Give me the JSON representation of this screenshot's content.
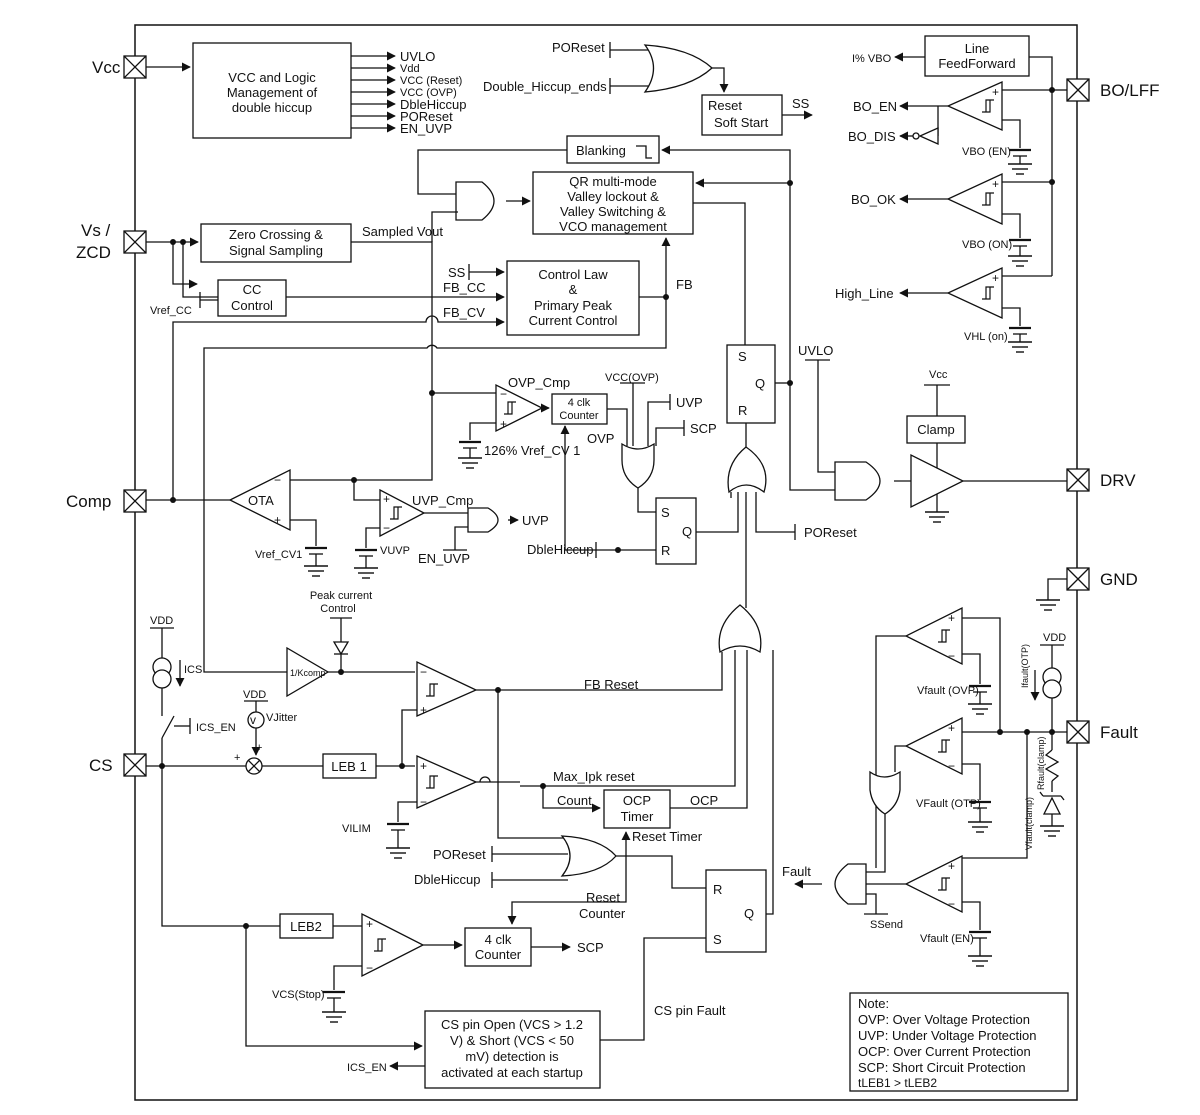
{
  "pins": {
    "vcc": "Vcc",
    "vs_zcd_1": "Vs /",
    "vs_zcd_2": "ZCD",
    "comp": "Comp",
    "cs": "CS",
    "bo_lff": "BO/LFF",
    "drv": "DRV",
    "gnd": "GND",
    "fault": "Fault"
  },
  "vcc_block": {
    "line1": "VCC and Logic",
    "line2": "Management of",
    "line3": "double hiccup",
    "outputs": [
      "UVLO",
      "Vdd",
      "VCC (Reset)",
      "VCC (OVP)",
      "DbleHiccup",
      "POReset",
      "EN_UVP"
    ]
  },
  "reset_block": {
    "in1": "POReset",
    "in2": "Double_Hiccup_ends",
    "line1": "Reset",
    "line2": "Soft Start",
    "out": "SS"
  },
  "line_ff": {
    "line1": "Line",
    "line2": "FeedForward",
    "out": "I% VBO"
  },
  "bo": {
    "bo_en": "BO_EN",
    "bo_dis": "BO_DIS",
    "vbo_en": "VBO (EN)",
    "bo_ok": "BO_OK",
    "vbo_on": "VBO (ON)",
    "high_line": "High_Line",
    "vhl_on": "VHL (on)"
  },
  "blanking": "Blanking",
  "qr_block": {
    "line1": "QR multi-mode",
    "line2": "Valley lockout &",
    "line3": "Valley Switching  &",
    "line4": "VCO management"
  },
  "zcd_block": {
    "line1": "Zero Crossing  &",
    "line2": "Signal Sampling",
    "sampled": "Sampled Vout"
  },
  "cc_block": {
    "line1": "CC",
    "line2": "Control",
    "vref": "Vref_CC"
  },
  "control_law": {
    "line1": "Control Law",
    "line2": "&",
    "line3": "Primary Peak",
    "line4": "Current Control",
    "ss": "SS",
    "fb_cc": "FB_CC",
    "fb_cv": "FB_CV",
    "fb": "FB"
  },
  "ovp": {
    "cmp": "OVP_Cmp",
    "ref": "126% Vref_CV 1",
    "counter1": "4 clk",
    "counter2": "Counter",
    "vcc_ovp": "VCC(OVP)",
    "uvp": "UVP",
    "scp": "SCP",
    "ovp": "OVP"
  },
  "uvlo": "UVLO",
  "clamp": "Clamp",
  "vcc_small": "Vcc",
  "ota": {
    "label": "OTA",
    "vref": "Vref_CV1"
  },
  "uvp_cmp": {
    "label": "UVP_Cmp",
    "vuvp": "VUVP",
    "out": "UVP",
    "en": "EN_UVP"
  },
  "sr_latch": {
    "s": "S",
    "r": "R",
    "q": "Q",
    "dble": "DbleHiccup",
    "poreset": "POReset"
  },
  "peak_ctrl": {
    "line1": "Peak current",
    "line2": "Control",
    "kcomp": "1/Kcomp"
  },
  "cs_path": {
    "vdd": "VDD",
    "ics": "ICS",
    "ics_en": "ICS_EN",
    "vdd2": "VDD",
    "vjitter": "VJitter",
    "leb1": "LEB 1",
    "leb2": "LEB2",
    "vilim": "VILIM",
    "vcs_stop": "VCS(Stop)"
  },
  "fb_reset": "FB Reset",
  "max_ipk": "Max_Ipk reset",
  "ocp_timer": {
    "line1": "OCP",
    "line2": "Timer",
    "count": "Count",
    "ocp": "OCP",
    "reset_timer": "Reset Timer"
  },
  "bottom_or": {
    "poreset": "POReset",
    "dble": "DbleHiccup",
    "reset_counter1": "Reset",
    "reset_counter2": "Counter"
  },
  "scp_counter": {
    "line1": "4 clk",
    "line2": "Counter",
    "out": "SCP"
  },
  "cs_fault": {
    "label": "CS pin Fault",
    "line1": "CS pin Open (VCS > 1.2",
    "line2": "V) & Short (VCS < 50",
    "line3": "mV) detection is",
    "line4": "activated at each startup",
    "ics_en": "ICS_EN"
  },
  "fault_section": {
    "vfault_ovp": "Vfault (OVP)",
    "vfault_otp": "VFault (OTP)",
    "vfault_en": "Vfault (EN)",
    "vdd": "VDD",
    "ifault": "Ifault(OTP)",
    "rfault": "Rfault(clamp)",
    "vfault_clamp": "Vfault(clamp)",
    "fault_out": "Fault",
    "ss_end": "SSend"
  },
  "note": {
    "title": "Note:",
    "lines": [
      "OVP: Over Voltage Protection",
      "UVP: Under Voltage Protection",
      "OCP: Over Current Protection",
      "SCP: Short Circuit Protection",
      "tLEB1 > tLEB2"
    ]
  }
}
